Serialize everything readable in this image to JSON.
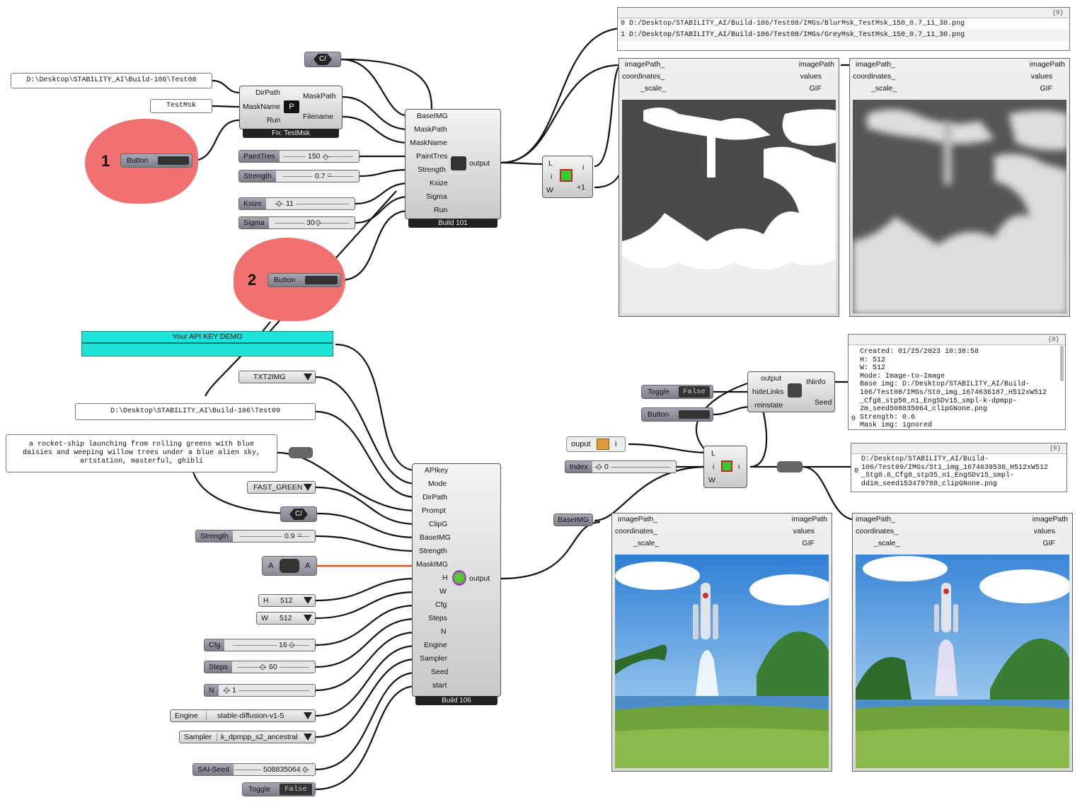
{
  "colors": {
    "blob": "#f17070",
    "api_bar": "#1ee3d6",
    "mask_wire": "#e2521d",
    "wire": "#111111"
  },
  "dirpath_panel": "D:\\Desktop\\STABILITY_AI\\Build-106\\Test08",
  "maskname_panel": "TestMsk",
  "fn_testmsk": {
    "inputs": [
      "DirPath",
      "MaskName",
      "Run"
    ],
    "outputs": [
      "MaskPath",
      "Filename"
    ],
    "footer": "Fn: TestMsk",
    "icon": "painter-icon"
  },
  "blob1": {
    "number": "1",
    "button": "Button"
  },
  "blob2": {
    "number": "2",
    "button": "Button"
  },
  "hex_top": "C/",
  "sliders_top": [
    {
      "name": "PaintTres",
      "value": "150"
    },
    {
      "name": "Strength",
      "value": "0.7"
    },
    {
      "name": "Ksize",
      "value": "11"
    },
    {
      "name": "Sigma",
      "value": "30"
    }
  ],
  "build101": {
    "inputs": [
      "BaseIMG",
      "MaskPath",
      "MaskName",
      "PaintTres",
      "Strength",
      "Ksize",
      "Sigma",
      "Run"
    ],
    "output": "output",
    "footer": "Build 101"
  },
  "list_item1": {
    "inputs": [
      "L",
      "i",
      "W"
    ],
    "outputs": [
      "i",
      "+1"
    ]
  },
  "paths_panel": {
    "header": "{0}",
    "rows": [
      {
        "idx": "0",
        "text": "D:/Desktop/STABILITY_AI/Build-106/Test08/IMGs/BlurMsk_TestMsk_150_0.7_11_30.png"
      },
      {
        "idx": "1",
        "text": "D:/Desktop/STABILITY_AI/Build-106/Test08/IMGs/GreyMsk_TestMsk_150_0.7_11_30.png"
      }
    ]
  },
  "viewer_labels": {
    "in1": "imagePath_",
    "in2": "coordinates_",
    "in3": "_scale_",
    "out1": "imagePath",
    "out2": "values",
    "out3": "GIF"
  },
  "api_key": "Your API KEY DEMO",
  "mode_dd": "TXT2IMG",
  "dirpath2_panel": "D:\\Desktop\\STABILITY_AI\\Build-106\\Test09",
  "prompt_panel": "a rocket-ship launching from rolling greens with blue daisies and weeping willow trees under a blue alien sky, artstation, masterful, ghibli",
  "clipg_dd": "FAST_GREEN",
  "hex_bottom": "C/",
  "strength_slider": {
    "name": "Strength",
    "value": "0.9"
  },
  "mask_relay": {
    "left": "A",
    "right": "A"
  },
  "h_dd": {
    "name": "H",
    "value": "512"
  },
  "w_dd": {
    "name": "W",
    "value": "512"
  },
  "sliders_bottom": [
    {
      "name": "Cfg",
      "value": "16"
    },
    {
      "name": "Steps",
      "value": "60"
    },
    {
      "name": "N",
      "value": "1"
    }
  ],
  "engine_dd": {
    "name": "Engine",
    "value": "stable-diffusion-v1-5"
  },
  "sampler_dd": {
    "name": "Sampler",
    "value": "k_dpmpp_s2_ancestral"
  },
  "seed_slider": {
    "name": "SAI-Seed",
    "value": "508835064"
  },
  "toggle_bottom": {
    "name": "Toggle",
    "value": "False"
  },
  "build106": {
    "inputs": [
      "APIkey",
      "Mode",
      "DirPath",
      "Prompt",
      "ClipG",
      "BaseIMG",
      "Strength",
      "MaskIMG",
      "H",
      "W",
      "Cfg",
      "Steps",
      "N",
      "Engine",
      "Sampler",
      "Seed",
      "start"
    ],
    "output": "output",
    "footer": "Build 106"
  },
  "info_comp": {
    "inputs": [
      "output",
      "hideLinks",
      "reinstate"
    ],
    "outputs": [
      "INinfo",
      "Seed"
    ]
  },
  "toggle_mid": {
    "name": "Toggle",
    "value": "False"
  },
  "button_mid": "Button",
  "info_panel": {
    "header": "{0}",
    "idx": "0",
    "lines": [
      "Created: 01/25/2023 10:38:58",
      "H: 512",
      "W: 512",
      "Mode: Image-to-Image",
      "Base img: D:/Desktop/STABILITY_AI/Build-",
      "106/Test08/IMGs/St0_img_1674636187_H512xW512",
      "_Cfg8_stp50_n1_EngSDv15_smpl-k-dpmpp-",
      "2m_seed508835064_clipGNone.png",
      "Strength: 0.6",
      "Mask img: ignored"
    ]
  },
  "ouput_param": {
    "name": "ouput",
    "suffix": "i"
  },
  "index_slider": {
    "name": "Index",
    "value": "0"
  },
  "list_item2": {
    "inputs": [
      "L",
      "i",
      "W"
    ],
    "outputs": [
      "i"
    ]
  },
  "baseimg_param": "BaseIMG",
  "out_panel": {
    "header": "{0}",
    "idx": "0",
    "lines": [
      "D:/Desktop/STABILITY_AI/Build-",
      "106/Test09/IMGs/St1_img_1674639538_H512xW512",
      "_Stg0.6_Cfg8_stp35_n1_EngSDv15_smpl-",
      "ddim_seed153479788_clipGNone.png"
    ]
  }
}
